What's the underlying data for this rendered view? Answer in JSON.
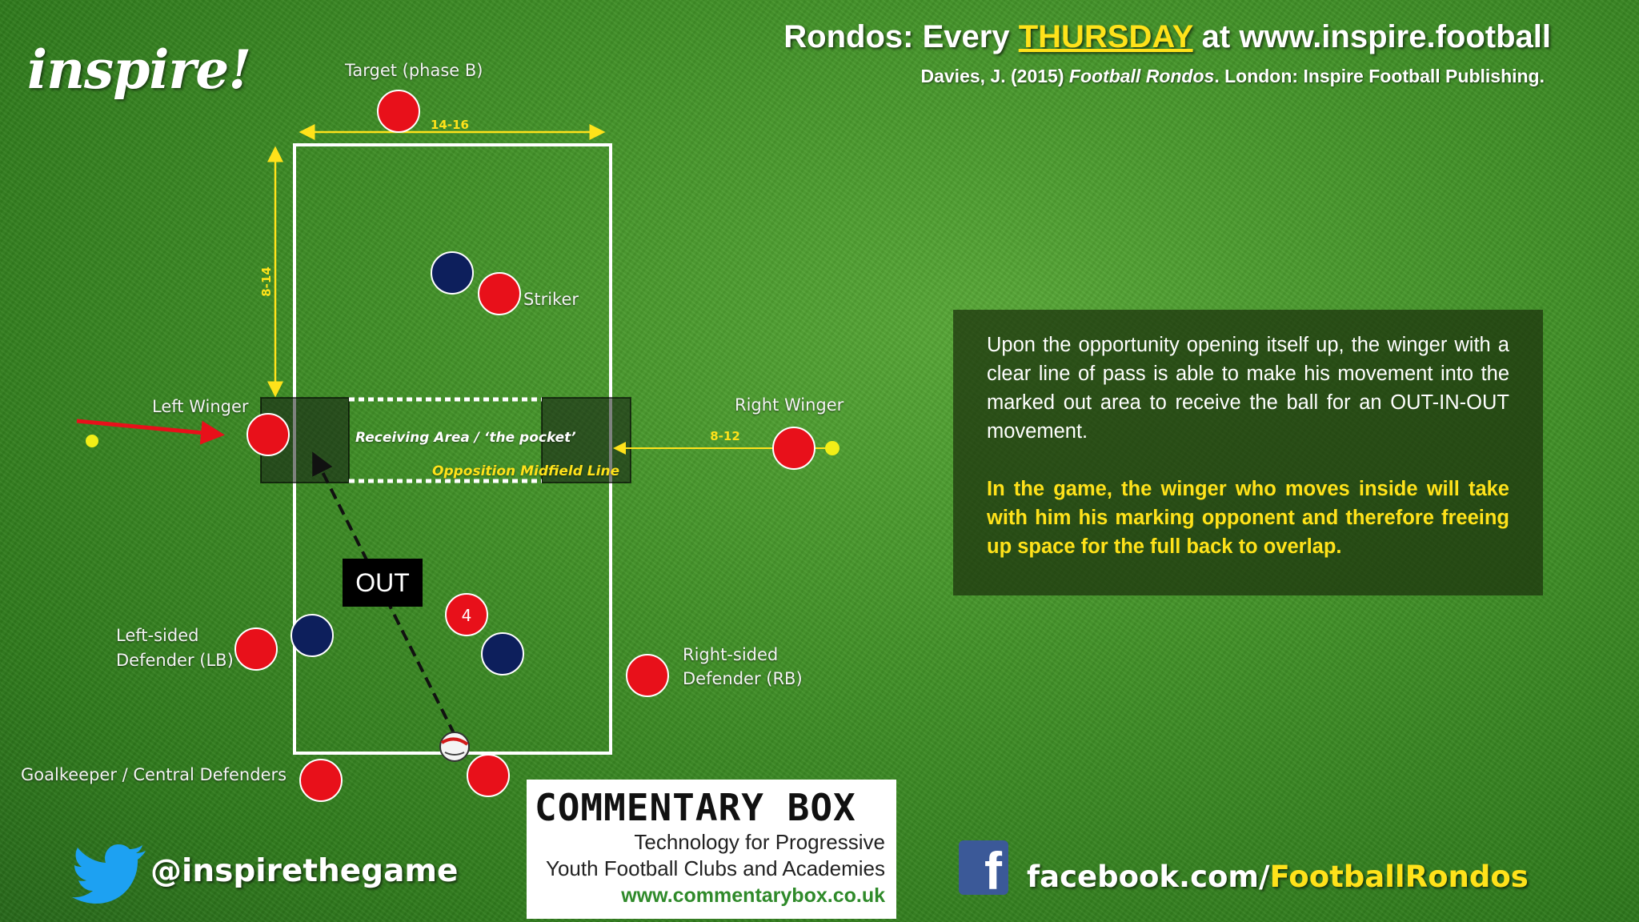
{
  "branding": {
    "logo": "inspire!"
  },
  "header": {
    "title_prefix": "Rondos: Every ",
    "title_highlight": "THURSDAY",
    "title_suffix": " at www.inspire.football",
    "citation_prefix": "Davies, J. (2015) ",
    "citation_book": "Football Rondos",
    "citation_suffix": ". London: Inspire Football Publishing."
  },
  "pitch": {
    "dimension_width": "14-16",
    "dimension_depth": "8-14",
    "dimension_winger": "8-12",
    "receiving_area": "Receiving Area / ‘the pocket’",
    "midfield_line": "Opposition Midfield Line",
    "out_label": "OUT"
  },
  "players": {
    "target": "Target (phase B)",
    "striker": "Striker",
    "left_winger": "Left Winger",
    "right_winger": "Right Winger",
    "left_defender_line1": "Left-sided",
    "left_defender_line2": "Defender (LB)",
    "right_defender_line1": "Right-sided",
    "right_defender_line2": "Defender (RB)",
    "goalkeeper": "Goalkeeper / Central Defenders",
    "number_4": "4"
  },
  "info": {
    "paragraph1": "Upon the opportunity opening itself up, the winger with a clear line of pass is able to make his movement into the marked out area to receive the ball for an OUT-IN-OUT movement.",
    "paragraph2": "In the game, the winger who moves inside will take with him his marking opponent and therefore freeing up space for the full back to overlap."
  },
  "sponsor": {
    "name": "COMMENTARY BOX",
    "line1": "Technology for Progressive",
    "line2": "Youth Football Clubs and Academies",
    "url": "www.commentarybox.co.uk"
  },
  "social": {
    "twitter_handle": "@inspirethegame",
    "facebook_prefix": "facebook.com/",
    "facebook_page": "FootballRondos"
  },
  "colors": {
    "team_red": "#e8101a",
    "team_navy": "#0d1f5c",
    "accent_yellow": "#ffe21a",
    "pitch_green": "#3f8f26"
  },
  "icons": [
    "twitter-bird-icon",
    "facebook-icon",
    "ball-icon"
  ]
}
